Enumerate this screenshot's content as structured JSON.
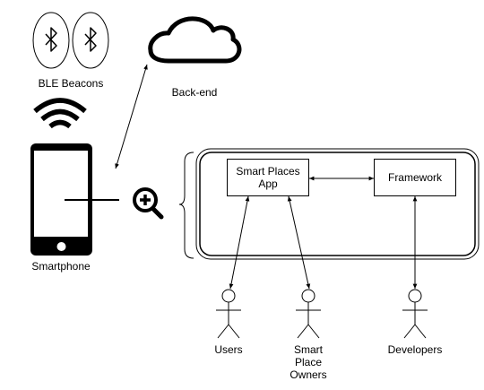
{
  "labels": {
    "beacons": "BLE Beacons",
    "backend": "Back-end",
    "smartphone": "Smartphone",
    "app_line1": "Smart Places",
    "app_line2": "App",
    "framework": "Framework",
    "users": "Users",
    "owners_line1": "Smart",
    "owners_line2": "Place",
    "owners_line3": "Owners",
    "developers": "Developers"
  },
  "icons": {
    "beacon": "bluetooth-icon",
    "signal": "wifi-signal-icon",
    "cloud": "cloud-icon",
    "zoom": "zoom-in-icon",
    "actor": "actor-icon"
  },
  "colors": {
    "stroke": "#000000",
    "background": "#ffffff"
  }
}
